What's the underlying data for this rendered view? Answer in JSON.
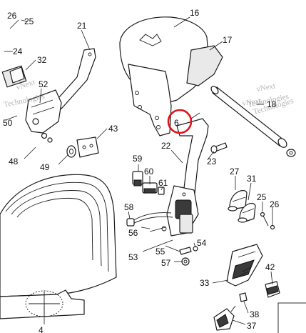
{
  "callouts": {
    "c26a": "26",
    "c25a": "25",
    "c21": "21",
    "c16": "16",
    "c17": "17",
    "c24": "24",
    "c32": "32",
    "c52": "52",
    "c50": "50",
    "c6": "6",
    "c18": "18",
    "c43": "43",
    "c48": "48",
    "c49": "49",
    "c22": "22",
    "c23": "23",
    "c59": "59",
    "c60": "60",
    "c61": "61",
    "c27": "27",
    "c31": "31",
    "c25b": "25",
    "c26b": "26",
    "c58": "58",
    "c56": "56",
    "c54": "54",
    "c53": "53",
    "c55": "55",
    "c57": "57",
    "c42": "42",
    "c33": "33",
    "c38": "38",
    "c37": "37",
    "c4": "4"
  },
  "watermarks": {
    "w1": "vNext",
    "w2": "Technologies",
    "w3": "vNext",
    "w4": "Technologies",
    "w5": "vNext",
    "w6": "Technologies"
  },
  "highlight": {
    "target": "6",
    "color": "#e0141b"
  }
}
